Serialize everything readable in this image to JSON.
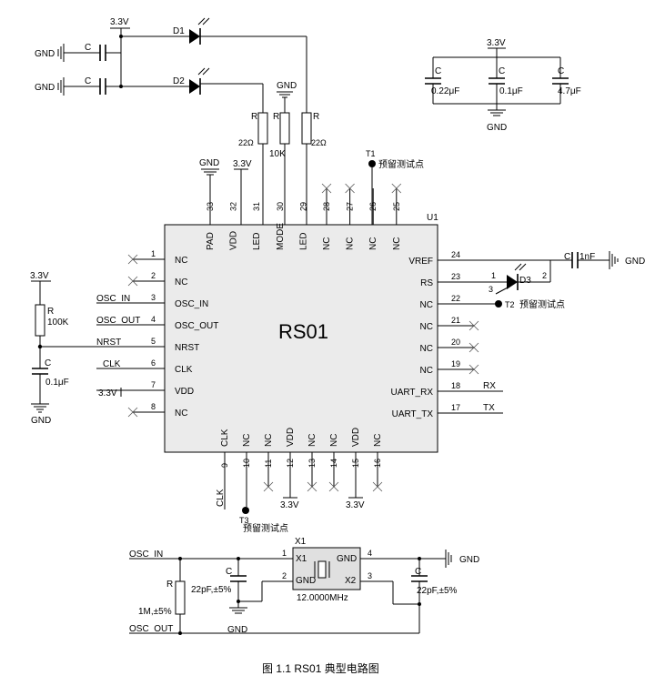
{
  "figure": {
    "chip_name": "RS01",
    "chip_ref": "U1",
    "caption": "图 1.1    RS01 典型电路图"
  },
  "left_pins": [
    {
      "num": "1",
      "name": "NC"
    },
    {
      "num": "2",
      "name": "NC"
    },
    {
      "num": "3",
      "name": "OSC_IN"
    },
    {
      "num": "4",
      "name": "OSC_OUT"
    },
    {
      "num": "5",
      "name": "NRST"
    },
    {
      "num": "6",
      "name": "CLK"
    },
    {
      "num": "7",
      "name": "VDD"
    },
    {
      "num": "8",
      "name": "NC"
    }
  ],
  "right_pins": [
    {
      "num": "24",
      "name": "VREF"
    },
    {
      "num": "23",
      "name": "RS"
    },
    {
      "num": "22",
      "name": "NC"
    },
    {
      "num": "21",
      "name": "NC"
    },
    {
      "num": "20",
      "name": "NC"
    },
    {
      "num": "19",
      "name": "NC"
    },
    {
      "num": "18",
      "name": "UART_RX"
    },
    {
      "num": "17",
      "name": "UART_TX"
    }
  ],
  "top_pins": [
    {
      "num": "33",
      "name": "PAD"
    },
    {
      "num": "32",
      "name": "VDD"
    },
    {
      "num": "31",
      "name": "LED"
    },
    {
      "num": "30",
      "name": "MODE"
    },
    {
      "num": "29",
      "name": "LED"
    },
    {
      "num": "28",
      "name": "NC"
    },
    {
      "num": "27",
      "name": "NC"
    },
    {
      "num": "26",
      "name": "NC"
    },
    {
      "num": "25",
      "name": "NC"
    }
  ],
  "bottom_pins": [
    {
      "num": "9",
      "name": "CLK"
    },
    {
      "num": "10",
      "name": "NC"
    },
    {
      "num": "11",
      "name": "NC"
    },
    {
      "num": "12",
      "name": "VDD"
    },
    {
      "num": "13",
      "name": "NC"
    },
    {
      "num": "14",
      "name": "NC"
    },
    {
      "num": "15",
      "name": "VDD"
    },
    {
      "num": "16",
      "name": "NC"
    }
  ],
  "net_labels": {
    "osc_in": "OSC_IN",
    "osc_out": "OSC_OUT",
    "nrst": "NRST",
    "clk": "CLK",
    "vdd_left": "3.3V",
    "rx": "RX",
    "tx": "TX",
    "clk_bottom": "CLK",
    "v33_12": "3.3V",
    "v33_15": "3.3V",
    "v33_top_pin": "3.3V",
    "gnd_pad": "GND",
    "gnd_mode": "GND",
    "v33_led": "3.3V",
    "gnd_d1": "GND",
    "gnd_d2": "GND",
    "gnd_vref": "GND",
    "v33_decap": "3.3V",
    "gnd_decap": "GND",
    "v33_nrst": "3.3V",
    "gnd_nrst": "GND",
    "xtal_osc_in": "OSC_IN",
    "xtal_osc_out": "OSC_OUT",
    "gnd_xtal_cap": "GND",
    "gnd_xtal": "GND"
  },
  "components": {
    "d1": "D1",
    "d2": "D2",
    "d3": "D3",
    "d3_pin1": "1",
    "d3_pin2": "2",
    "d3_pin3": "3",
    "c_d1": "C",
    "c_d2": "C",
    "r_led1": "R",
    "r_led1_val": "22Ω",
    "r_mode": "R",
    "r_mode_val": "10K",
    "r_led2": "R",
    "r_led2_val": "22Ω",
    "c_vref": "C",
    "c_vref_val": "1nF",
    "r_nrst": "R",
    "r_nrst_val": "100K",
    "c_nrst": "C",
    "c_nrst_val": "0.1μF",
    "c_dec1": "C",
    "c_dec1_val": "0.22μF",
    "c_dec2": "C",
    "c_dec2_val": "0.1μF",
    "c_dec3": "C",
    "c_dec3_val": "4.7μF",
    "xtal_ref": "X1",
    "xtal_val": "12.0000MHz",
    "xtal_p1": "1",
    "xtal_p2": "2",
    "xtal_p3": "3",
    "xtal_p4": "4",
    "xtal_x1": "X1",
    "xtal_x2": "X2",
    "xtal_gnd1": "GND",
    "xtal_gnd2": "GND",
    "r_osc": "R",
    "r_osc_val": "1M,±5%",
    "c_xl": "C",
    "c_xl_val": "22pF,±5%",
    "c_xr": "C",
    "c_xr_val": "22pF,±5%"
  },
  "test_points": {
    "t1": "T1",
    "t1_label": "预留测试点",
    "t2": "T2",
    "t2_label": "预留测试点",
    "t3": "T3",
    "t3_label": "预留测试点"
  }
}
